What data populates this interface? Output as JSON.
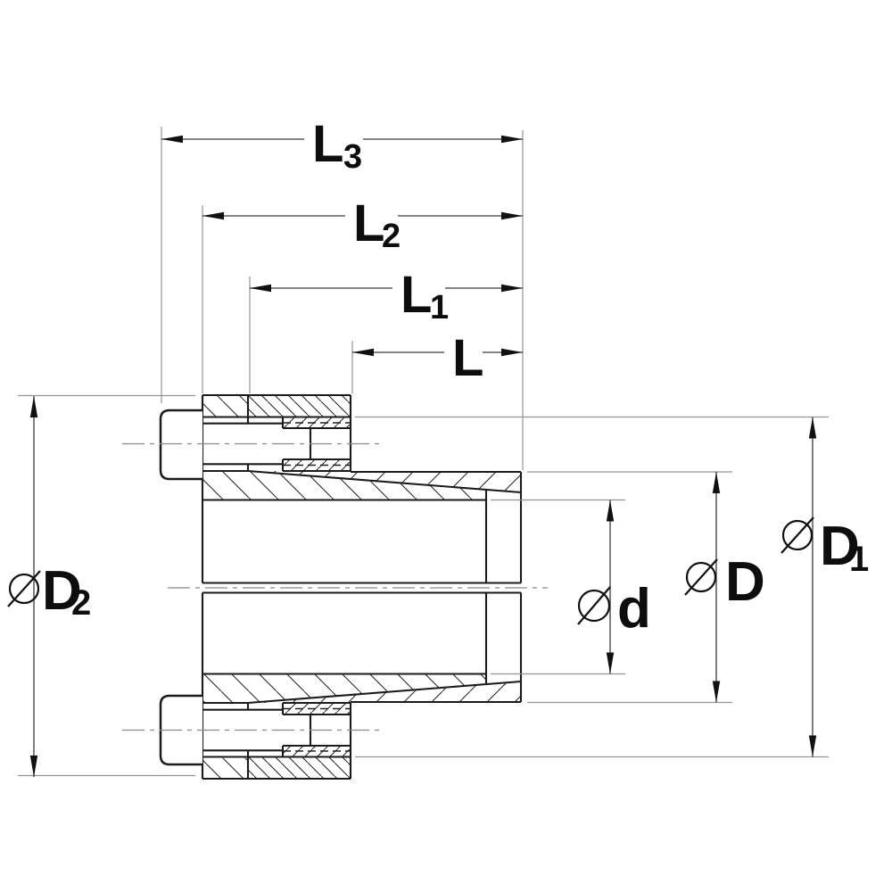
{
  "colors": {
    "background": "#ffffff",
    "outline": "#1b1b1b",
    "extension_lines": "#949494",
    "dimension_lines": "#3a3a3a",
    "centerlines": "#8a8a8a",
    "text": "#0d0d0d"
  },
  "drawing": {
    "type": "engineering-section-locking-assembly",
    "length_dims": [
      {
        "id": "L3",
        "main": "L",
        "sub": "3"
      },
      {
        "id": "L2",
        "main": "L",
        "sub": "2"
      },
      {
        "id": "L1",
        "main": "L",
        "sub": "1"
      },
      {
        "id": "L",
        "main": "L",
        "sub": ""
      }
    ],
    "diameter_dims": [
      {
        "id": "D2",
        "symbol": "⌀",
        "main": "D",
        "sub": "2"
      },
      {
        "id": "D1",
        "symbol": "⌀",
        "main": "D",
        "sub": "1"
      },
      {
        "id": "D",
        "symbol": "⌀",
        "main": "D",
        "sub": ""
      },
      {
        "id": "d",
        "symbol": "⌀",
        "main": "d",
        "sub": ""
      }
    ]
  }
}
